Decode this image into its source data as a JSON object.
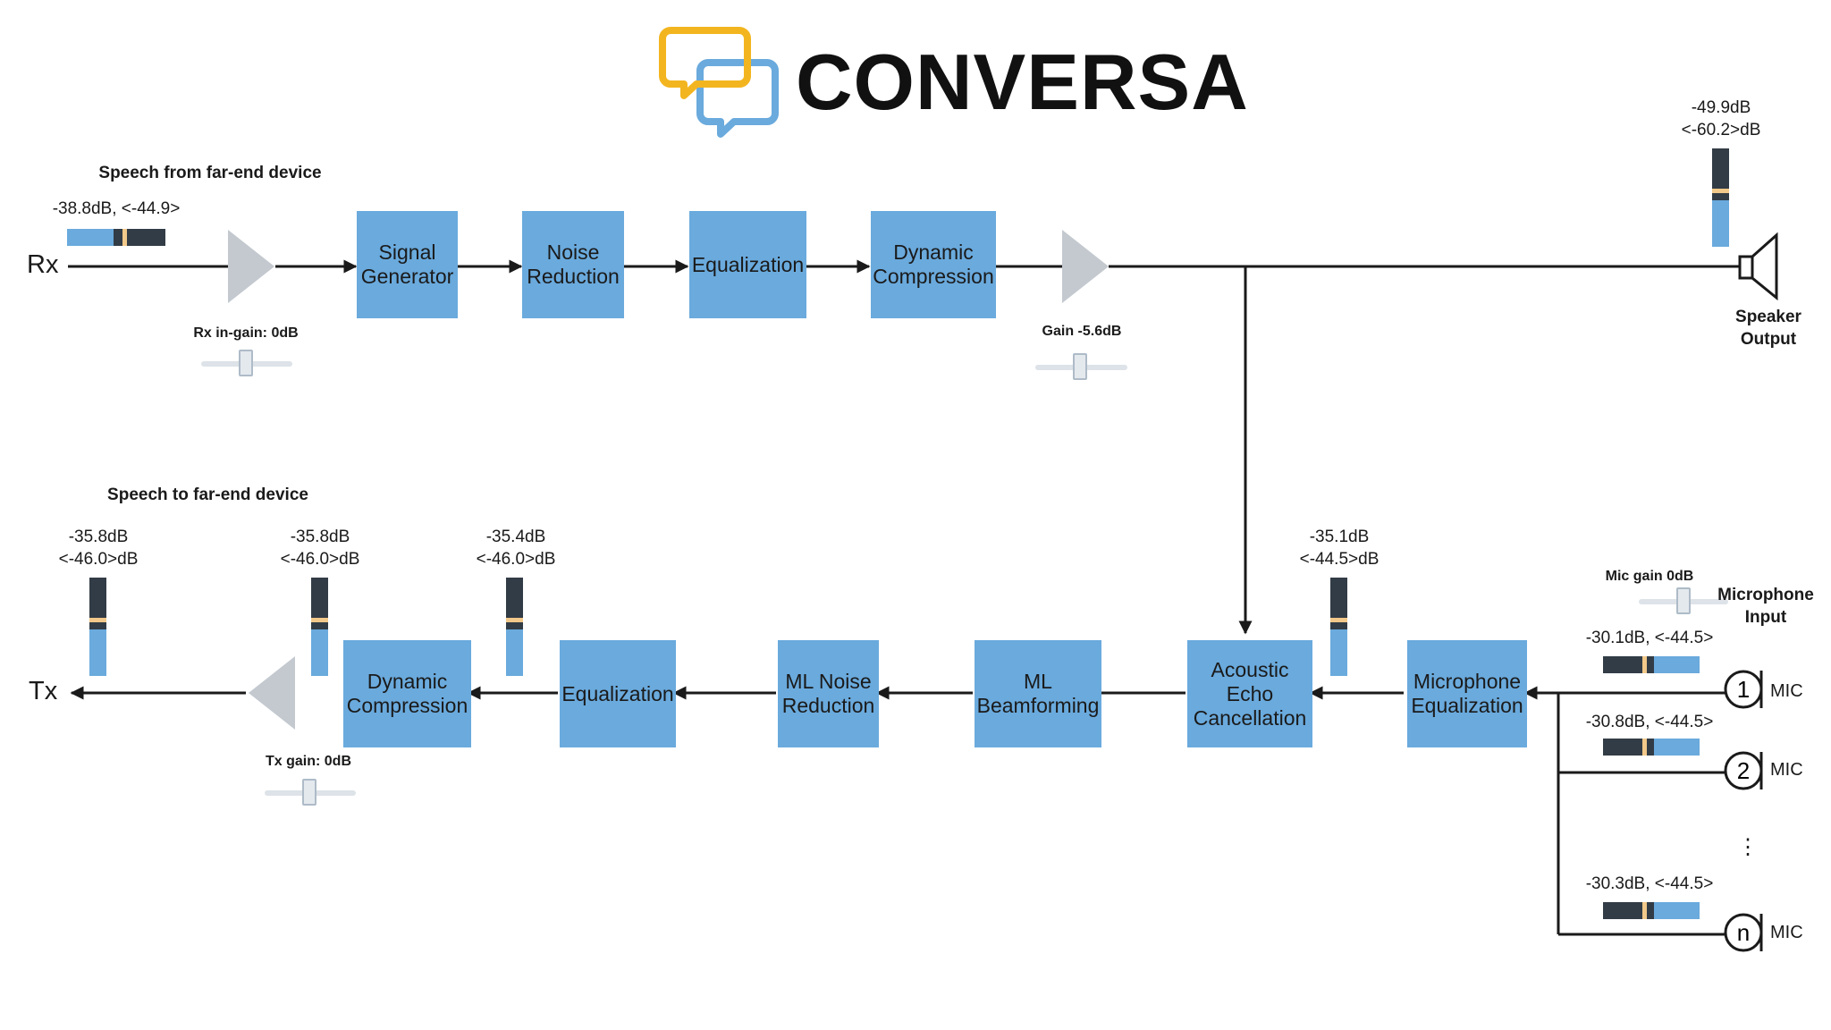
{
  "logo": {
    "name": "CONVERSA"
  },
  "colors": {
    "block": "#6aaadd",
    "meter_fill": "#6aaadd",
    "meter_dark": "#323c46",
    "peak": "#f2c98a",
    "amp": "#c3c9cf",
    "line": "#1a1a1a",
    "logo_yellow": "#f3b51f",
    "logo_blue": "#6aaadd"
  },
  "rx": {
    "label": "Rx",
    "section_title": "Speech from far-end device",
    "meter_text": "-38.8dB, <-44.9>",
    "in_gain_label": "Rx in-gain: 0dB",
    "blocks": [
      "Signal\nGenerator",
      "Noise\nReduction",
      "Equalization",
      "Dynamic\nCompression"
    ],
    "gain_label": "Gain -5.6dB"
  },
  "speaker": {
    "label": "Speaker\nOutput",
    "meter_line1": "-49.9dB",
    "meter_line2": "<-60.2>dB"
  },
  "tx": {
    "label": "Tx",
    "section_title": "Speech to far-end device",
    "gain_label": "Tx gain: 0dB",
    "blocks": [
      "Dynamic\nCompression",
      "Equalization",
      "ML Noise\nReduction",
      "ML\nBeamforming",
      "Acoustic\nEcho\nCancellation",
      "Microphone\nEqualization"
    ],
    "meters": [
      {
        "line1": "-35.8dB",
        "line2": "<-46.0>dB"
      },
      {
        "line1": "-35.8dB",
        "line2": "<-46.0>dB"
      },
      {
        "line1": "-35.4dB",
        "line2": "<-46.0>dB"
      },
      {
        "line1": "-35.1dB",
        "line2": "<-44.5>dB"
      }
    ]
  },
  "mic": {
    "section_title": "Microphone\nInput",
    "gain_label": "Mic gain 0dB",
    "channels": [
      {
        "id": "1",
        "label": "MIC",
        "meter_text": "-30.1dB, <-44.5>"
      },
      {
        "id": "2",
        "label": "MIC",
        "meter_text": "-30.8dB, <-44.5>"
      },
      {
        "id": "n",
        "label": "MIC",
        "meter_text": "-30.3dB, <-44.5>"
      }
    ],
    "ellipsis": "⋮"
  }
}
